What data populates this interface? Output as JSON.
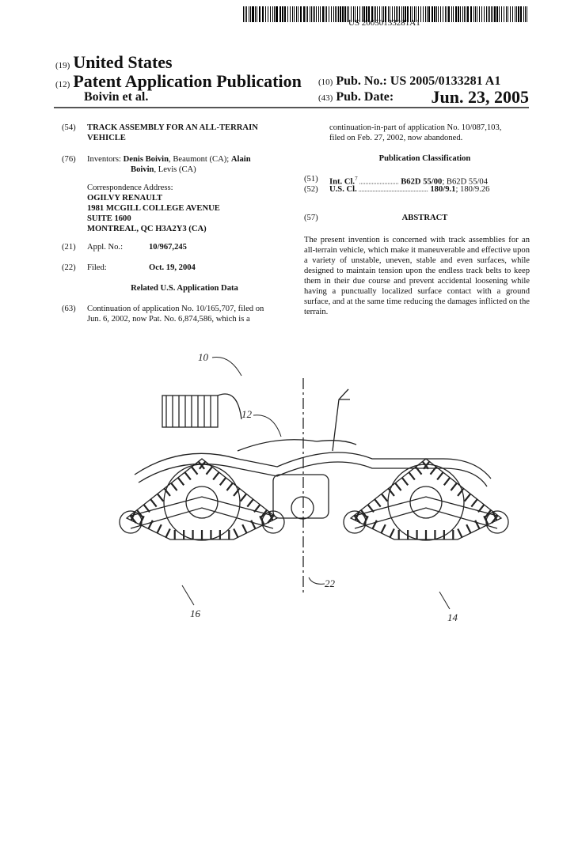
{
  "barcode": {
    "number": "US 20050133281A1"
  },
  "header": {
    "country_code": "(19)",
    "country": "United States",
    "type_code": "(12)",
    "type": "Patent Application Publication",
    "authors": "Boivin et al.",
    "pub_no_code": "(10)",
    "pub_no_label": "Pub. No.:",
    "pub_no": "US 2005/0133281 A1",
    "pub_date_code": "(43)",
    "pub_date_label": "Pub. Date:",
    "pub_date": "Jun. 23, 2005"
  },
  "left": {
    "title_code": "(54)",
    "title_line1": "TRACK ASSEMBLY FOR AN ALL-TERRAIN",
    "title_line2": "VEHICLE",
    "inventors_code": "(76)",
    "inventors_label": "Inventors:",
    "inventor1": "Denis Boivin",
    "inventor1_loc": ", Beaumont (CA); ",
    "inventor2a": "Alain",
    "inventor2b": "Boivin",
    "inventor2_loc": ", Levis (CA)",
    "corr_label": "Correspondence Address:",
    "corr_lines": [
      "OGILVY RENAULT",
      "1981 MCGILL COLLEGE AVENUE",
      "SUITE 1600",
      "MONTREAL, QC H3A2Y3 (CA)"
    ],
    "appl_code": "(21)",
    "appl_label": "Appl. No.:",
    "appl_no": "10/967,245",
    "filed_code": "(22)",
    "filed_label": "Filed:",
    "filed": "Oct. 19, 2004",
    "related_heading": "Related U.S. Application Data",
    "cont_code": "(63)",
    "cont_line1": "Continuation of application No. 10/165,707, filed on",
    "cont_line2": "Jun. 6, 2002, now Pat. No. 6,874,586, which is a"
  },
  "right": {
    "cont_line3": "continuation-in-part of application No. 10/087,103,",
    "cont_line4": "filed on Feb. 27, 2002, now abandoned.",
    "pubclass_heading": "Publication Classification",
    "intcl_code": "(51)",
    "intcl_label": "Int. Cl.",
    "intcl_sup": "7",
    "intcl_dots": " .........................",
    "intcl_main": " B62D 55/00",
    "intcl_rest": "; B62D 55/04",
    "uscl_code": "(52)",
    "uscl_label": "U.S. Cl.",
    "uscl_dots": " ............................................",
    "uscl_main": " 180/9.1",
    "uscl_rest": "; 180/9.26",
    "abstract_code": "(57)",
    "abstract_heading": "ABSTRACT",
    "abstract": "The present invention is concerned with track assemblies for an all-terrain vehicle, which make it maneuverable and effective upon a variety of unstable, uneven, stable and even surfaces, while designed to maintain tension upon the endless track belts to keep them in their due course and prevent accidental loosening while having a punctually localized surface contact with a ground surface, and at the same time reducing the damages inflicted on the terrain."
  },
  "figure": {
    "labels": {
      "vehicle": "10",
      "seat": "12",
      "rear_track": "16",
      "axis": "22",
      "front_track": "14"
    }
  }
}
